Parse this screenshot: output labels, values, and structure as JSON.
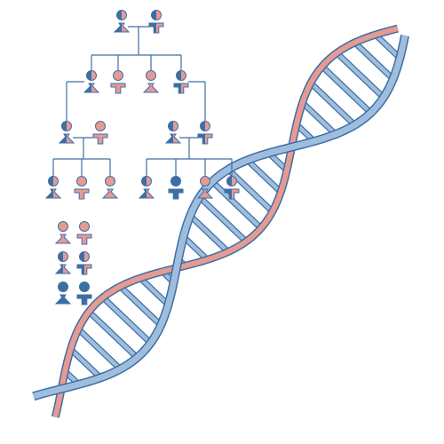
{
  "colors": {
    "blue": "#3d6fa5",
    "blue_light": "#9fbedd",
    "pink": "#e79a92",
    "pink_light": "#f2b3ab",
    "line": "#3d6fa5"
  },
  "pedigree": {
    "generations": [
      [
        {
          "sex": "female",
          "status": "carrier"
        },
        {
          "sex": "male",
          "status": "carrier"
        }
      ],
      [
        {
          "sex": "female",
          "status": "carrier"
        },
        {
          "sex": "male",
          "status": "unaffected"
        },
        {
          "sex": "female",
          "status": "unaffected"
        },
        {
          "sex": "male",
          "status": "carrier"
        }
      ],
      [
        {
          "sex": "female",
          "status": "carrier"
        },
        {
          "sex": "male",
          "status": "unaffected"
        },
        {
          "sex": "female",
          "status": "carrier"
        },
        {
          "sex": "male",
          "status": "carrier"
        }
      ],
      [
        {
          "sex": "female",
          "status": "carrier"
        },
        {
          "sex": "male",
          "status": "unaffected"
        },
        {
          "sex": "female",
          "status": "unaffected"
        },
        {
          "sex": "female",
          "status": "carrier"
        },
        {
          "sex": "male",
          "status": "affected"
        },
        {
          "sex": "female",
          "status": "unaffected"
        },
        {
          "sex": "male",
          "status": "carrier"
        }
      ]
    ]
  },
  "legend": {
    "rows": [
      {
        "status": "unaffected"
      },
      {
        "status": "carrier"
      },
      {
        "status": "affected"
      }
    ]
  },
  "dna_helix": {
    "strand_a_color": "pink",
    "strand_b_color": "blue",
    "rung_color": "blue_light"
  }
}
